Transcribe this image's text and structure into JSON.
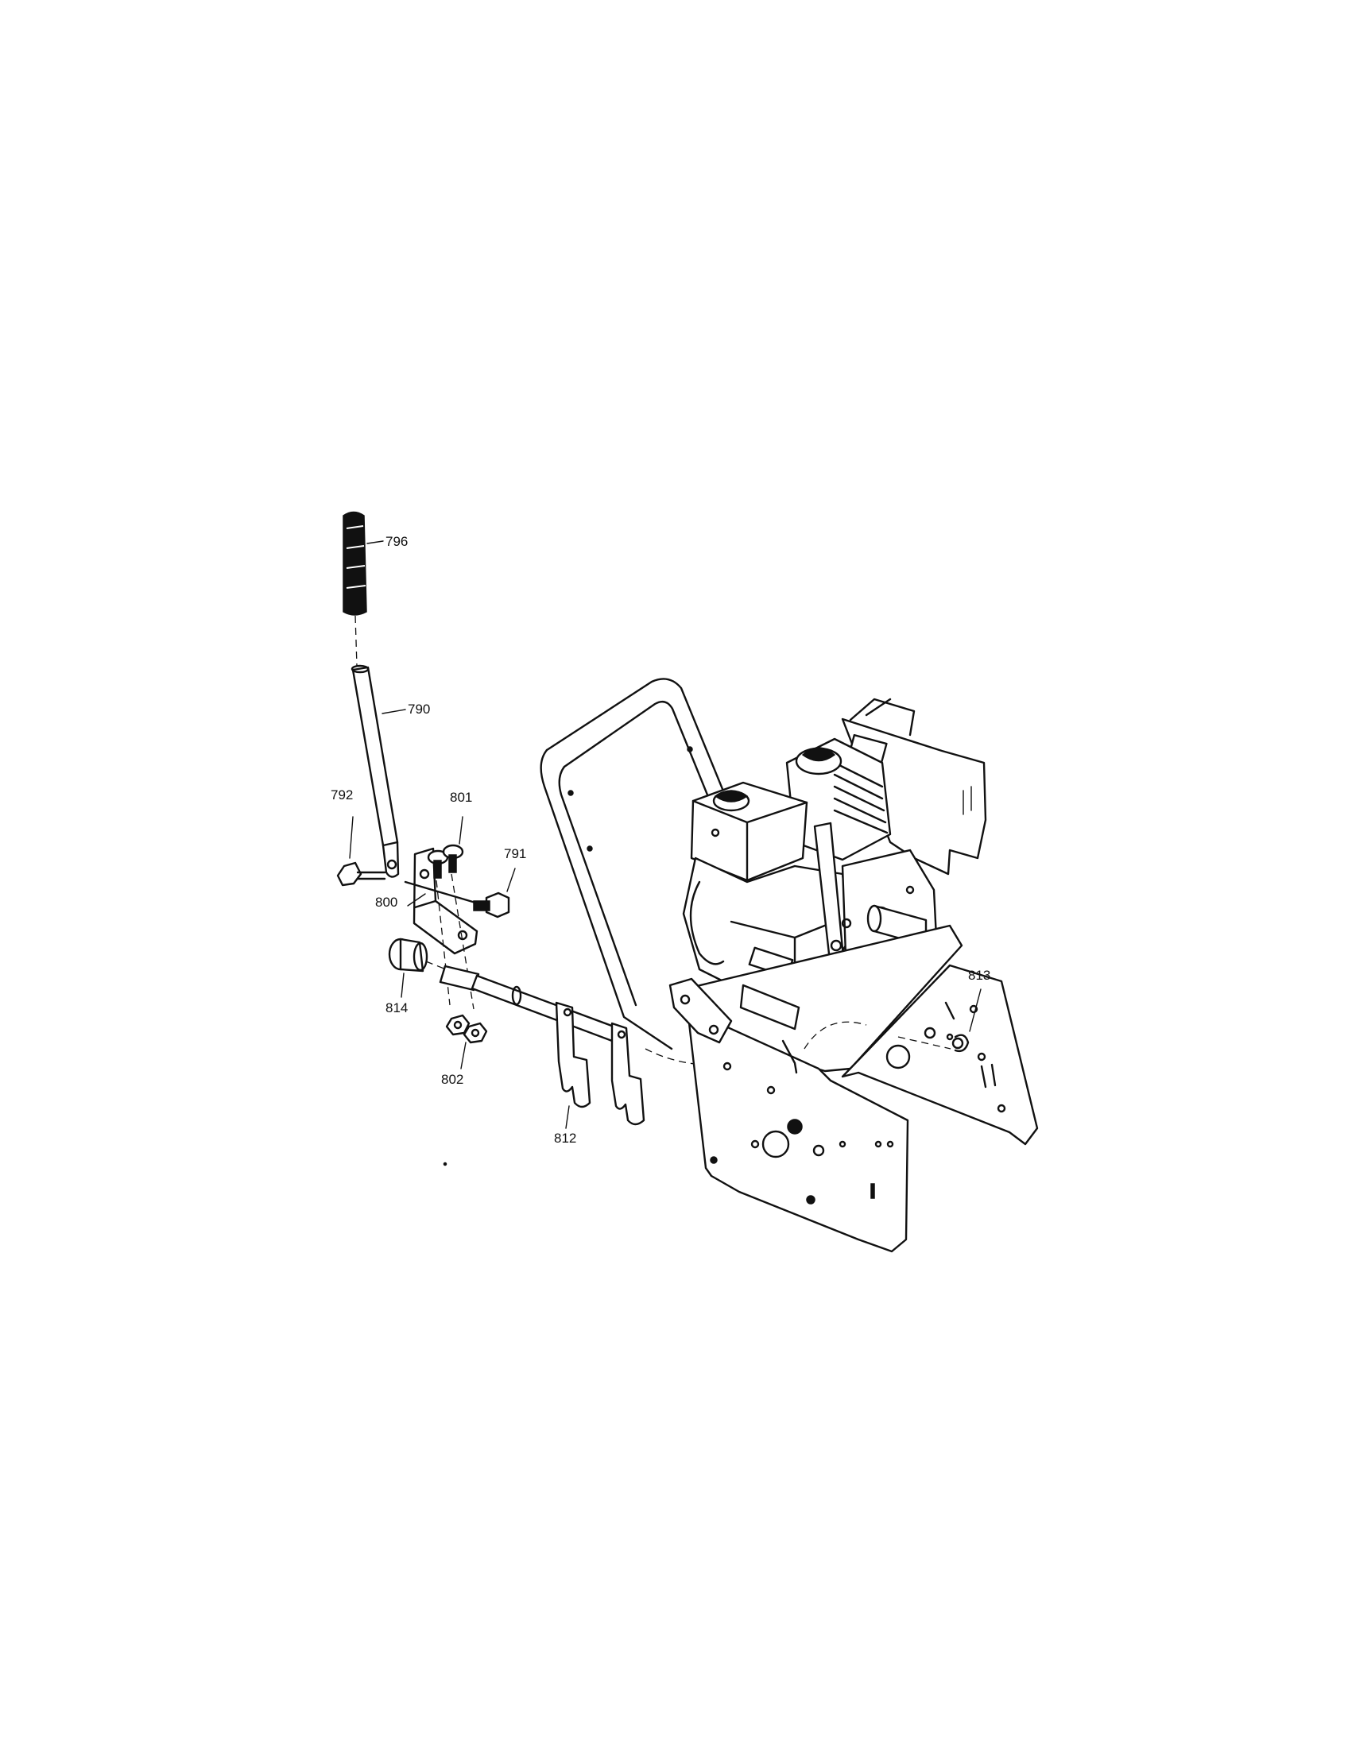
{
  "diagram": {
    "labels": {
      "p796": "796",
      "p790": "790",
      "p792": "792",
      "p801": "801",
      "p791": "791",
      "p800": "800",
      "p814": "814",
      "p802": "802",
      "p812": "812",
      "p813": "813"
    }
  }
}
